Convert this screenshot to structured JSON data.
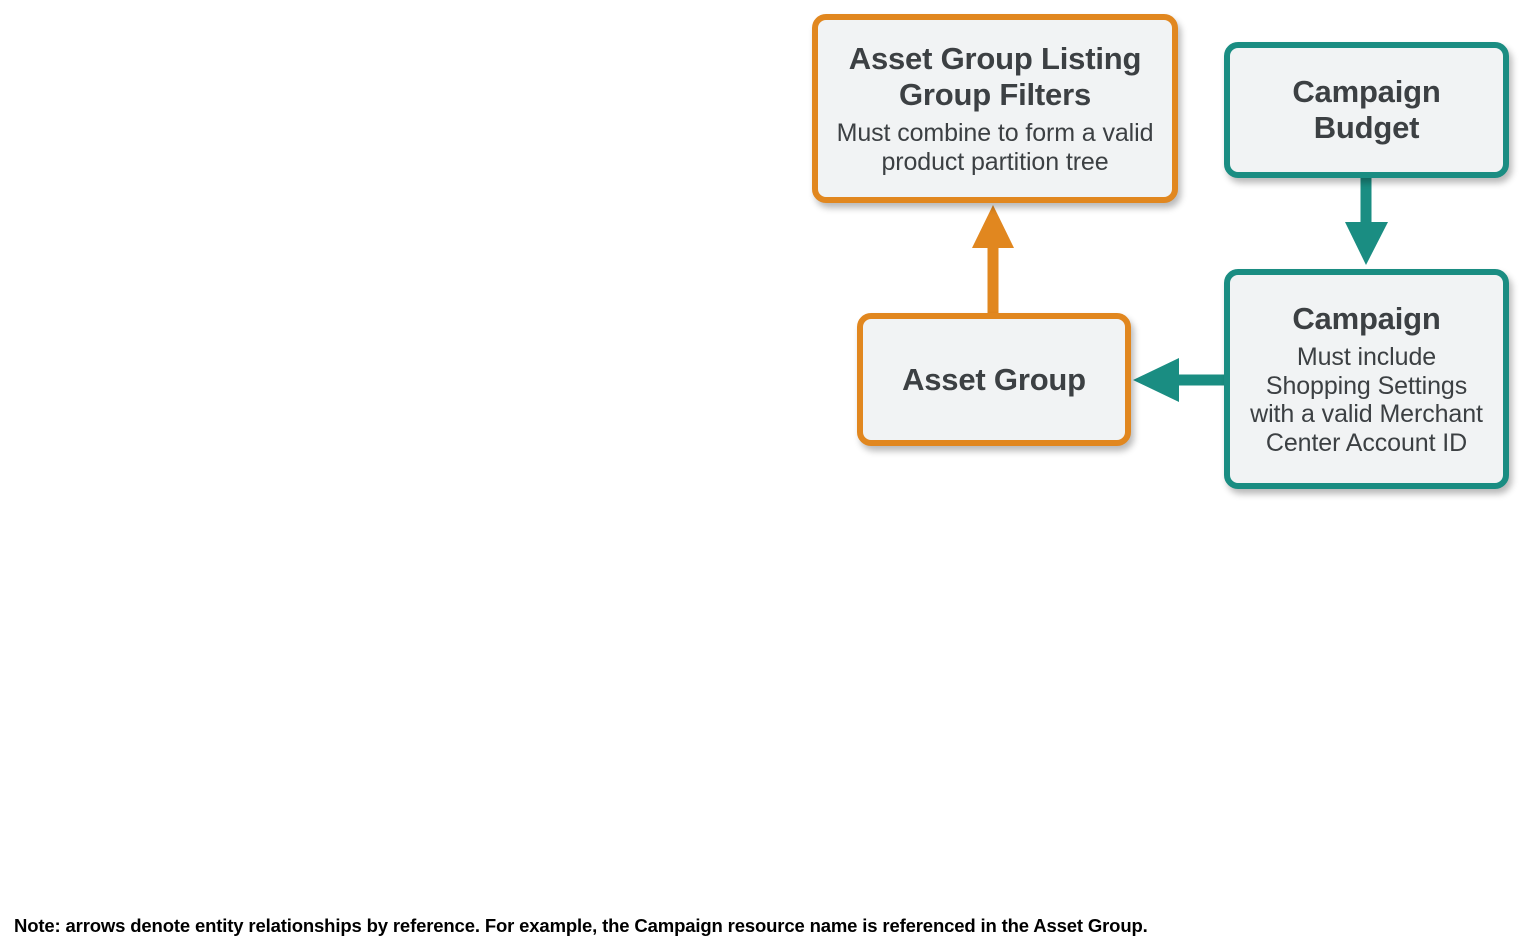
{
  "diagram": {
    "colors": {
      "orange": "#e1871f",
      "teal": "#1a8d82",
      "node_fill": "#f1f3f4",
      "text": "#3c4043",
      "note_text": "#000000",
      "background": "#ffffff"
    },
    "nodes": [
      {
        "id": "asset-group-listing-group-filters",
        "title": "Asset Group Listing\nGroup Filters",
        "description": "Must combine to form a valid\nproduct partition tree",
        "accent": "orange"
      },
      {
        "id": "campaign-budget",
        "title": "Campaign\nBudget",
        "description": "",
        "accent": "teal"
      },
      {
        "id": "asset-group",
        "title": "Asset Group",
        "description": "",
        "accent": "orange"
      },
      {
        "id": "campaign",
        "title": "Campaign",
        "description": "Must include\nShopping Settings\nwith a valid Merchant\nCenter Account ID",
        "accent": "teal"
      }
    ],
    "edges": [
      {
        "id": "asset-group-to-listing-group-filters",
        "from": "asset-group",
        "to": "asset-group-listing-group-filters",
        "direction": "up",
        "color": "orange"
      },
      {
        "id": "campaign-budget-to-campaign",
        "from": "campaign-budget",
        "to": "campaign",
        "direction": "down",
        "color": "teal"
      },
      {
        "id": "campaign-to-asset-group",
        "from": "campaign",
        "to": "asset-group",
        "direction": "left",
        "color": "teal"
      }
    ],
    "note": "Note: arrows denote entity relationships by reference. For example, the Campaign resource name is referenced in the Asset Group."
  }
}
